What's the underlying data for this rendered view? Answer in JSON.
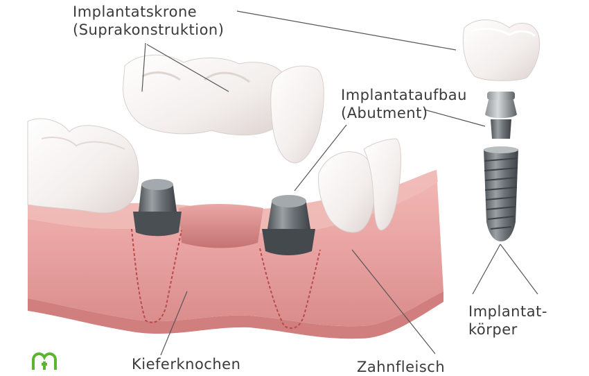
{
  "labels": {
    "crown": [
      "Implantatskrone",
      "(Suprakonstruktion)"
    ],
    "abutment": [
      "Implantataufbau",
      "(Abutment)"
    ],
    "implant_body": [
      "Implantat-",
      "körper"
    ],
    "jawbone": "Kieferknochen",
    "gum": "Zahnfleisch"
  },
  "colors": {
    "gum": "#e8a3a2",
    "gum_dark": "#c97474",
    "bone_line": "#b84a4a",
    "tooth": "#f6f1ee",
    "metal": "#6d7378",
    "text": "#3a3a3a",
    "leader_line": "#555555",
    "logo": "#5cb531"
  },
  "icons": {
    "logo": "heart-cross-logo-icon"
  }
}
